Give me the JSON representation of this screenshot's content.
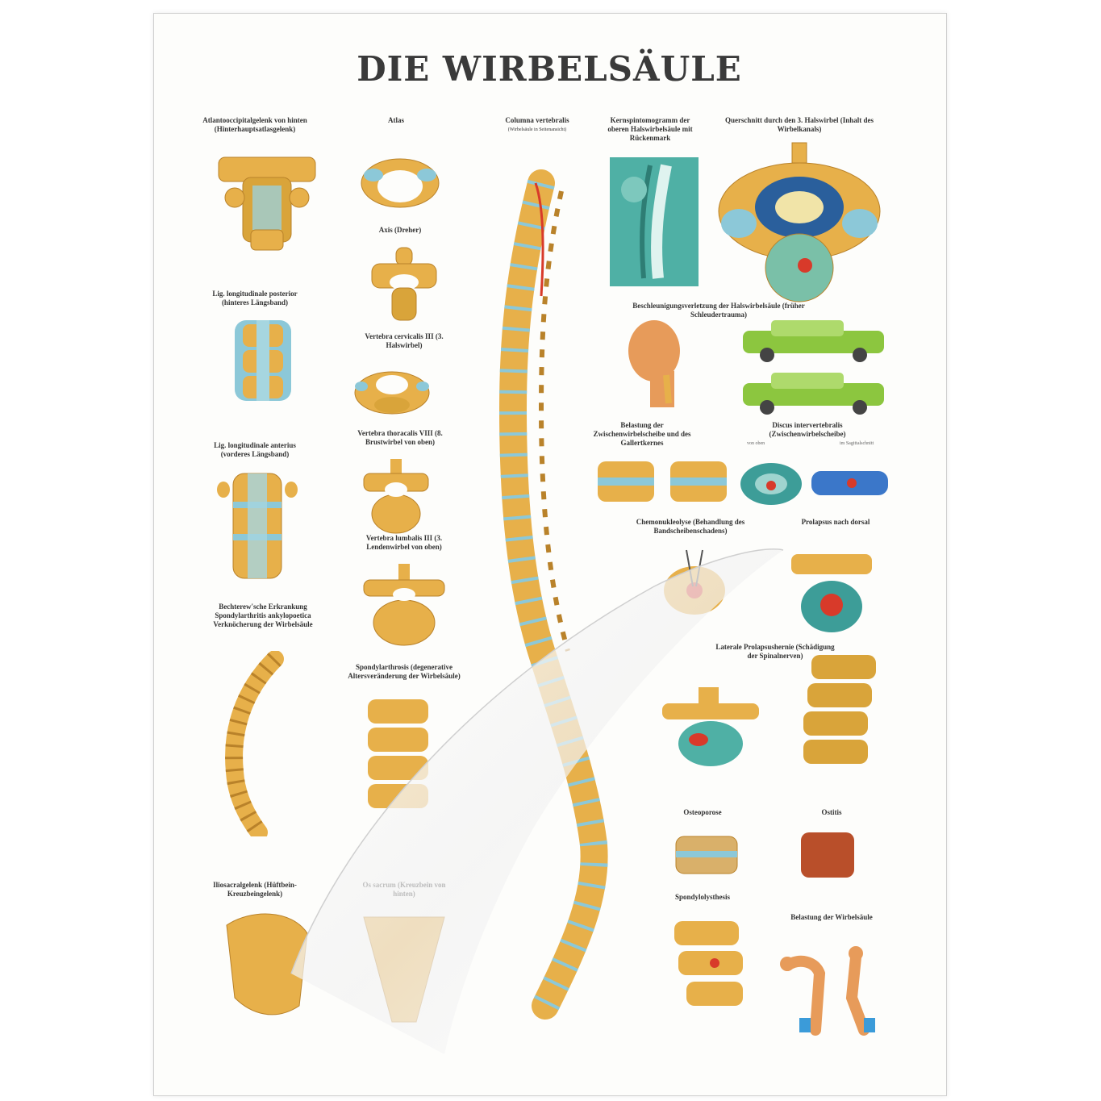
{
  "poster": {
    "title": "DIE WIRBELSÄULE"
  },
  "captions": {
    "atlanto": "Atlantooccipitalgelenk von hinten (Hinterhauptsatlasgelenk)",
    "atlas": "Atlas",
    "axis": "Axis (Dreher)",
    "columna": "Columna vertebralis",
    "columna_sub": "(Wirbelsäule in Seitenansicht)",
    "kernspin": "Kernspintomogramm der oberen Halswirbelsäule mit Rückenmark",
    "querschnitt": "Querschnitt durch den 3. Halswirbel (Inhalt des Wirbelkanals)",
    "lig_post": "Lig. longitudinale posterior (hinteres Längsband)",
    "cervicalis": "Vertebra cervicalis III (3. Halswirbel)",
    "besch": "Beschleunigungsverletzung der Halswirbelsäule (früher Schleudertrauma)",
    "lig_ant": "Lig. longitudinale anterius (vorderes Längsband)",
    "thoracalis": "Vertebra thoracalis VIII (8. Brustwirbel von oben)",
    "belastung_zw": "Belastung der Zwischenwirbelscheibe und des Gallertkernes",
    "discus": "Discus intervertebralis (Zwischenwirbelscheibe)",
    "discus_oben": "von oben",
    "discus_sag": "im Sagittalschnitt",
    "lumbalis": "Vertebra lumbalis III (3. Lendenwirbel von oben)",
    "chemo": "Chemonukleolyse (Behandlung des Bandscheibenschadens)",
    "prolaps": "Prolapsus nach dorsal",
    "bechterew": "Bechterew'sche Erkrankung Spondylarthritis ankylopoetica Verknöcherung der Wirbelsäule",
    "spondyl": "Spondylarthrosis (degenerative Altersveränderung der Wirbelsäule)",
    "lateral": "Laterale Prolapsushernie (Schädigung der Spinalnerven)",
    "osteoporose": "Osteoporose",
    "osteitis": "Ostitis",
    "ilio": "Iliosacralgelenk (Hüftbein-Kreuzbeingelenk)",
    "sacrum": "Os sacrum (Kreuzbein von hinten)",
    "spondylo": "Spondylolysthesis",
    "belastung_ws": "Belastung der Wirbelsäule"
  },
  "colors": {
    "bone": "#e7b04a",
    "bone_dark": "#b9822a",
    "disc": "#8cc8d8",
    "nerve": "#d9a43a",
    "skin": "#e79b5a",
    "car": "#8cc63f",
    "mri": "#4fb0a5",
    "red": "#d83a2a"
  }
}
